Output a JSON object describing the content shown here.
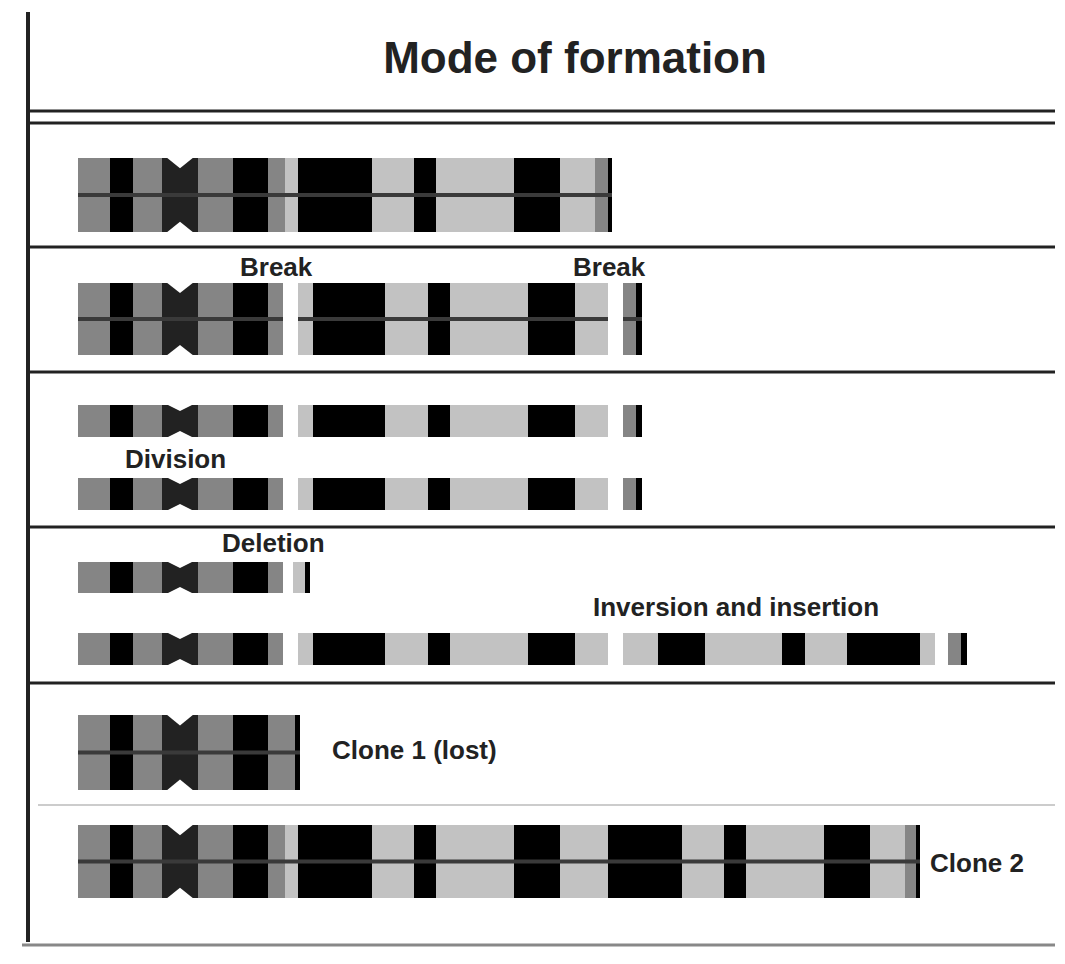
{
  "diagram": {
    "title": "Mode of formation",
    "labels": [
      "Break",
      "Break",
      "Division",
      "Deletion",
      "Inversion and insertion",
      "Clone 1 (lost)",
      "Clone 2"
    ]
  }
}
